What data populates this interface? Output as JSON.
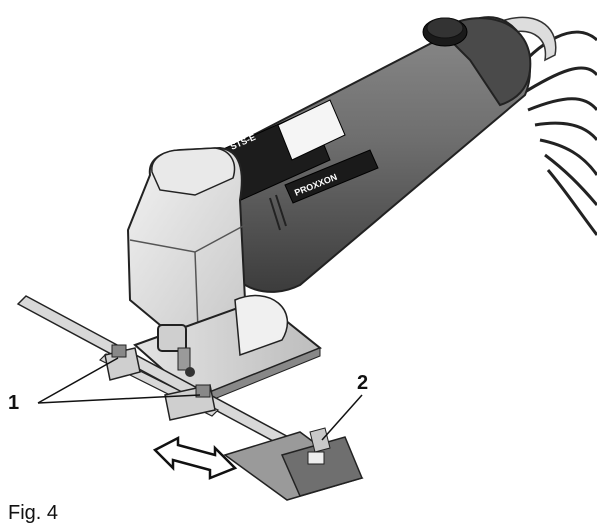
{
  "figure": {
    "caption": "Fig. 4",
    "callouts": [
      "1",
      "2"
    ],
    "tool_label": {
      "model": "STS-E",
      "brand": "PROXXON"
    }
  }
}
